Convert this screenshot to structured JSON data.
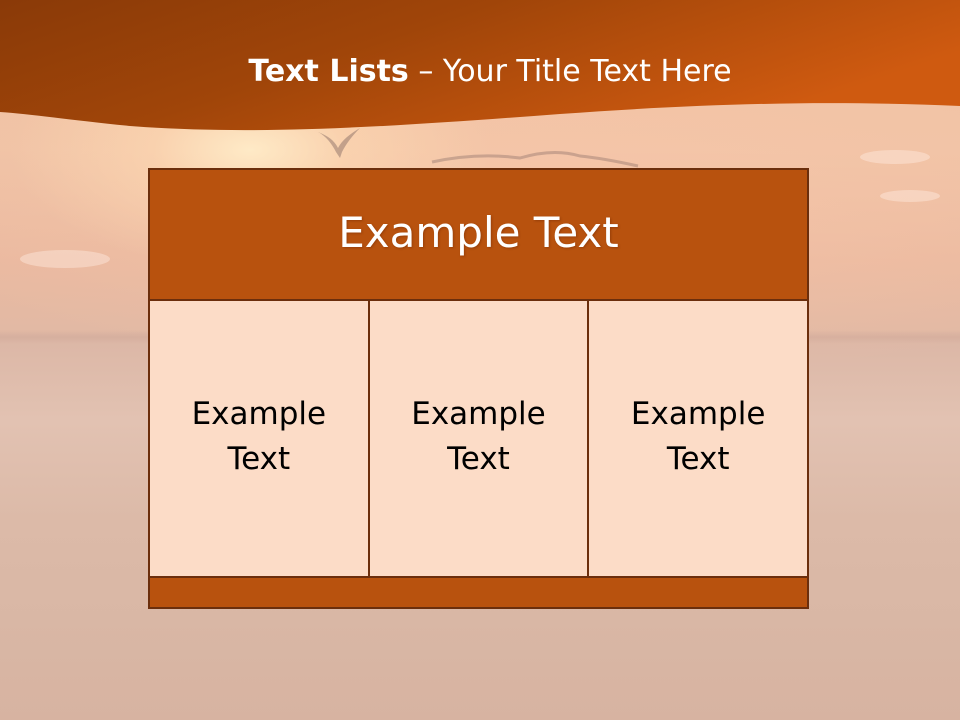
{
  "slide": {
    "title_bold": "Text Lists",
    "title_rest": " – Your Title Text Here",
    "table": {
      "header": "Example Text",
      "cells": [
        {
          "line1": "Example",
          "line2": "Text"
        },
        {
          "line1": "Example",
          "line2": "Text"
        },
        {
          "line1": "Example",
          "line2": "Text"
        }
      ]
    }
  },
  "colors": {
    "header_band": "#b8520e",
    "cell_fill": "#fcdcc7",
    "border": "#6b2e0c",
    "title_text": "#ffffff"
  },
  "background": {
    "description_icon": "sunset-beach-photo"
  }
}
